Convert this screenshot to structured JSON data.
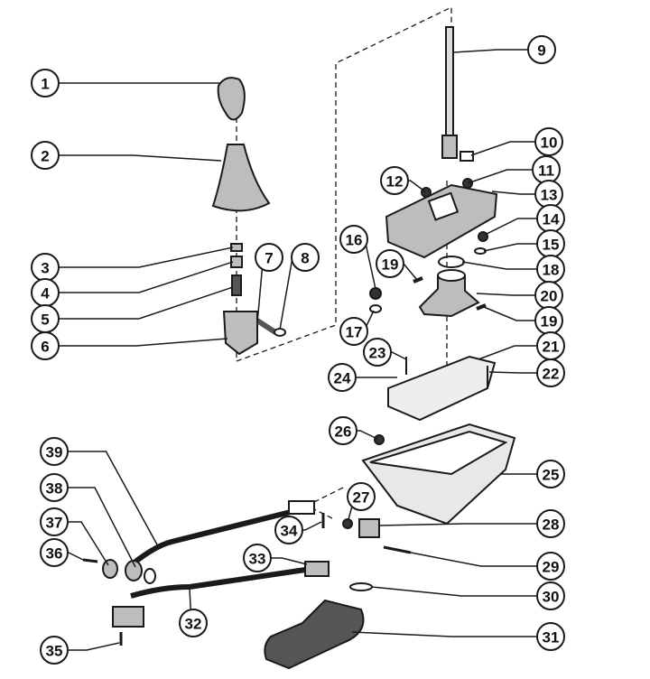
{
  "diagram": {
    "callouts": [
      "1",
      "2",
      "3",
      "4",
      "5",
      "6",
      "7",
      "8",
      "9",
      "10",
      "11",
      "12",
      "13",
      "14",
      "15",
      "16",
      "17",
      "18",
      "19",
      "20",
      "19",
      "21",
      "22",
      "23",
      "24",
      "25",
      "26",
      "27",
      "28",
      "29",
      "30",
      "31",
      "32",
      "33",
      "34",
      "35",
      "36",
      "37",
      "38",
      "39"
    ],
    "colors": {
      "ink": "#1a1a1a",
      "part_fill": "#bdbdbd",
      "part_dark": "#555555"
    }
  }
}
